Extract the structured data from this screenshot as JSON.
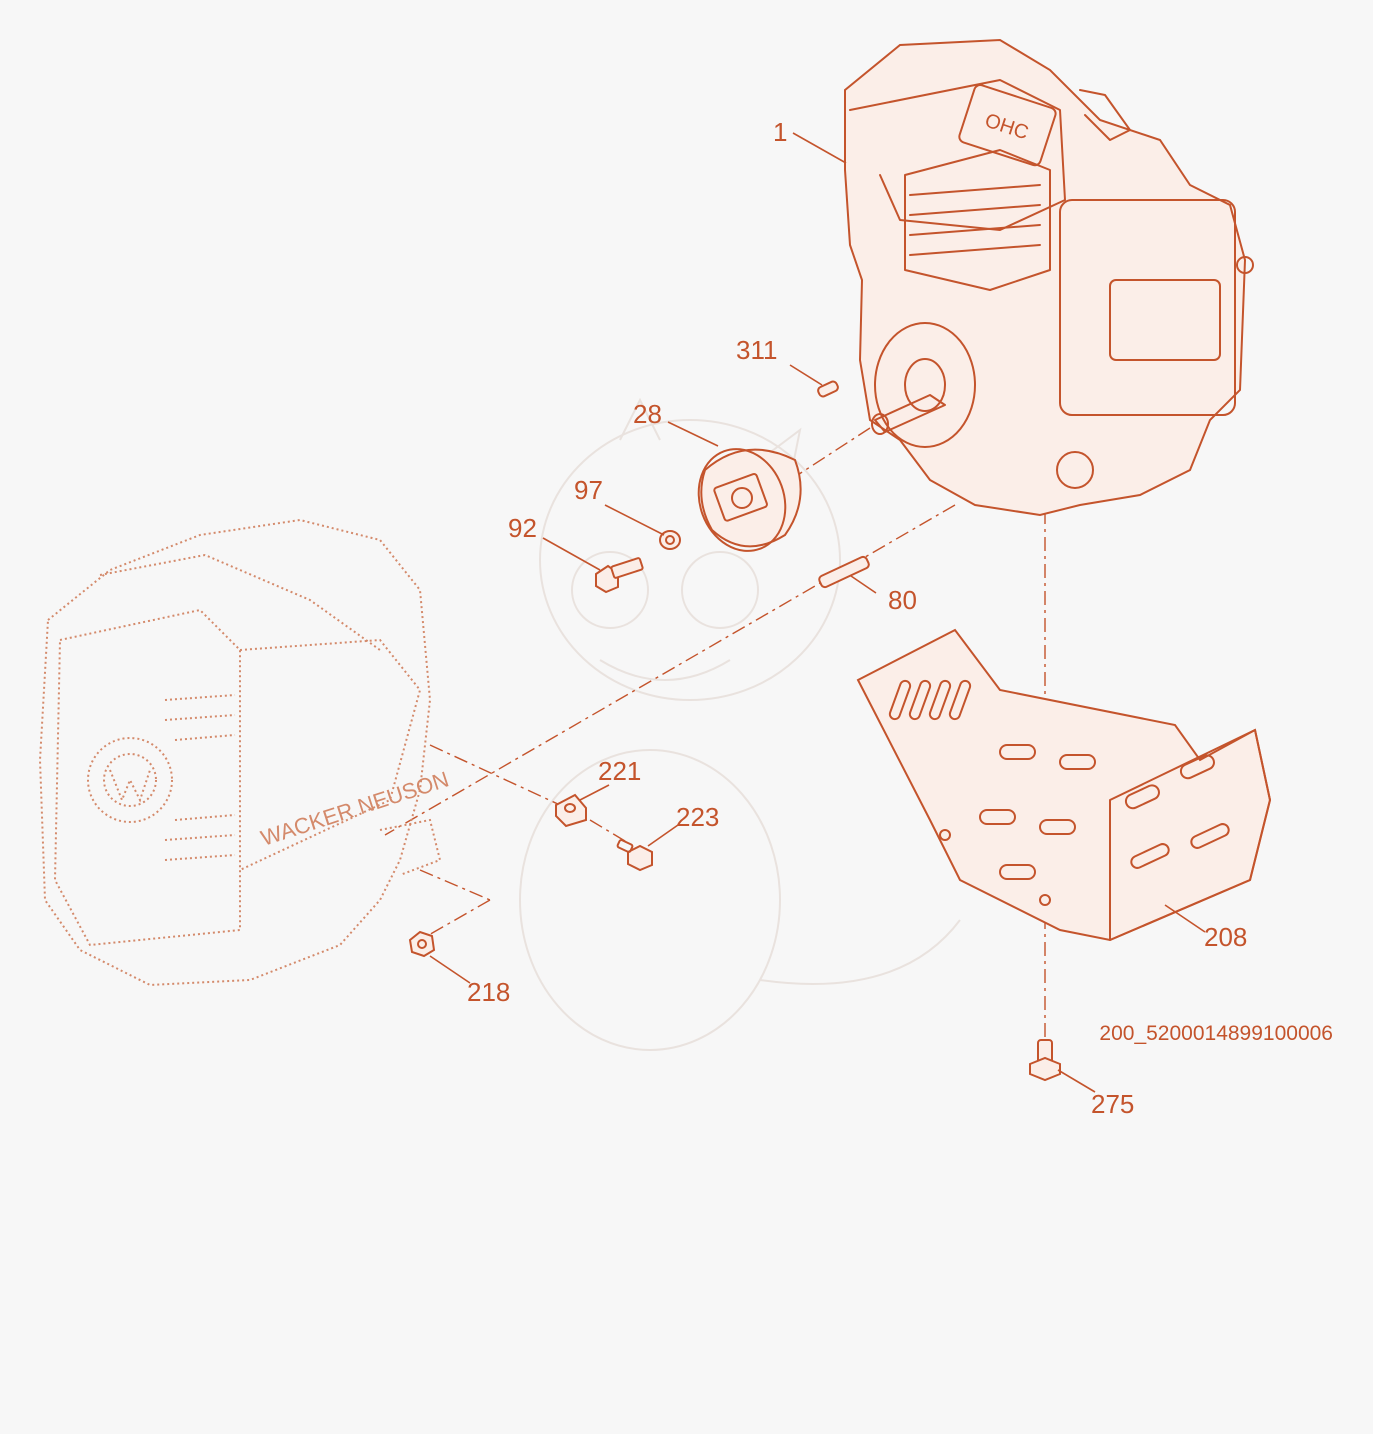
{
  "drawing_id": "200_5200014899100006",
  "callouts": [
    {
      "id": "1",
      "label": "1"
    },
    {
      "id": "311",
      "label": "311"
    },
    {
      "id": "28",
      "label": "28"
    },
    {
      "id": "97",
      "label": "97"
    },
    {
      "id": "92",
      "label": "92"
    },
    {
      "id": "80",
      "label": "80"
    },
    {
      "id": "221",
      "label": "221"
    },
    {
      "id": "223",
      "label": "223"
    },
    {
      "id": "208",
      "label": "208"
    },
    {
      "id": "218",
      "label": "218"
    },
    {
      "id": "275",
      "label": "275"
    }
  ],
  "branding": {
    "engine_badge": "OHC",
    "housing_logo": "WACKER NEUSON"
  },
  "colors": {
    "line": "#c4542c",
    "background": "#f7f7f7"
  }
}
